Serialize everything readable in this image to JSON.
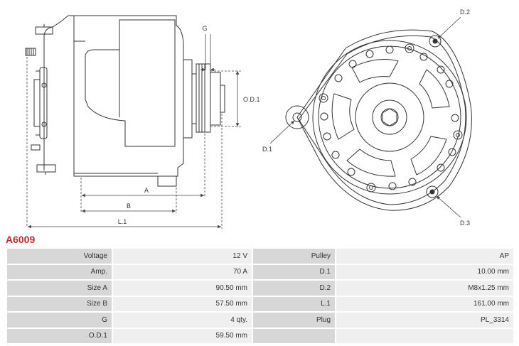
{
  "part_code": "A6009",
  "drawing": {
    "labels": {
      "g": "G",
      "od1": "O.D.1",
      "a": "A",
      "b": "B",
      "l1": "L.1",
      "d1": "D.1",
      "d2": "D.2",
      "d3": "D.3"
    }
  },
  "specs": [
    {
      "left_key": "Voltage",
      "left_val": "12 V",
      "right_key": "Pulley",
      "right_val": "AP"
    },
    {
      "left_key": "Amp.",
      "left_val": "70 A",
      "right_key": "D.1",
      "right_val": "10.00 mm"
    },
    {
      "left_key": "Size A",
      "left_val": "90.50 mm",
      "right_key": "D.2",
      "right_val": "M8x1.25 mm"
    },
    {
      "left_key": "Size B",
      "left_val": "57.50 mm",
      "right_key": "L.1",
      "right_val": "161.00 mm"
    },
    {
      "left_key": "G",
      "left_val": "4 qty.",
      "right_key": "Plug",
      "right_val": "PL_3314"
    },
    {
      "left_key": "O.D.1",
      "left_val": "59.50 mm",
      "right_key": "",
      "right_val": ""
    }
  ]
}
